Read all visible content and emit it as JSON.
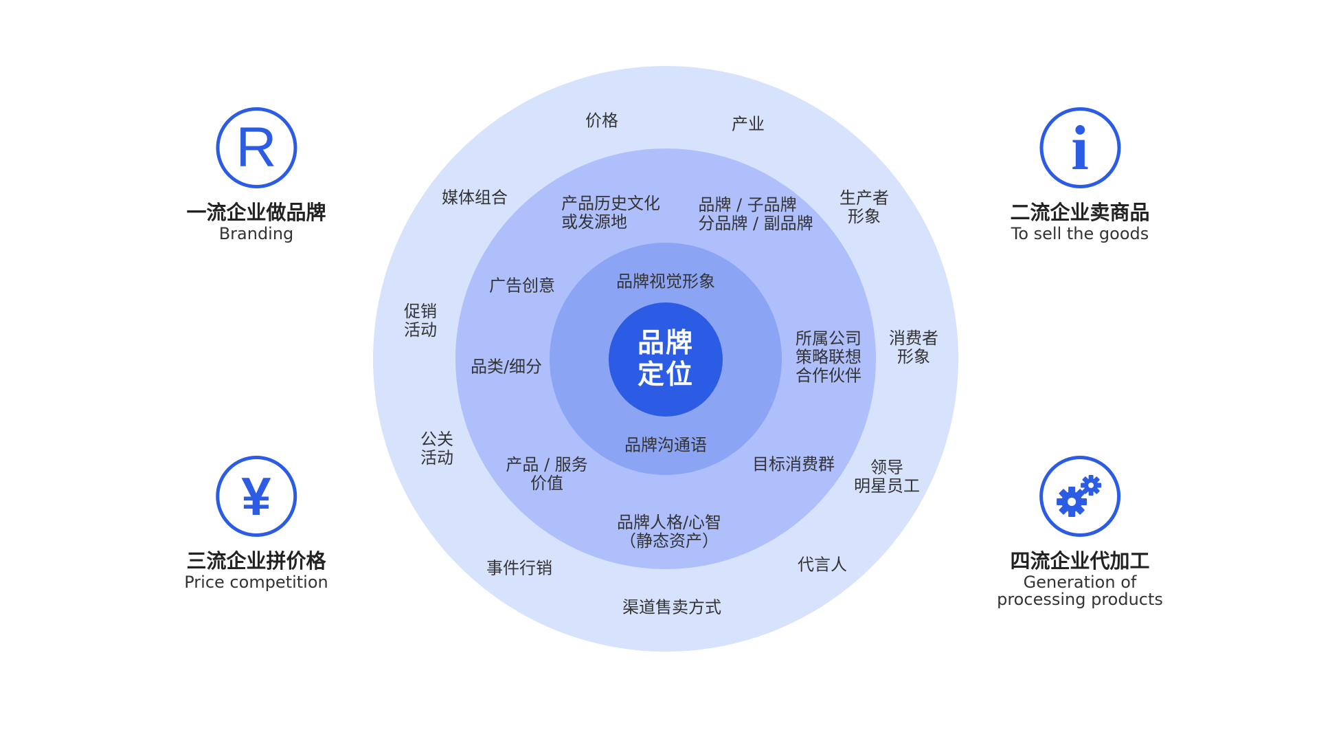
{
  "core": {
    "label": "品牌\n定位"
  },
  "inner_ring": {
    "top": "品牌视觉形象",
    "bottom": "品牌沟通语"
  },
  "middle_ring": {
    "history": "产品历史文化\n或发源地",
    "sub_brand": "品牌 / 子品牌\n分品牌 / 副品牌",
    "ad": "广告创意",
    "category": "品类/细分",
    "company": "所属公司\n策略联想\n合作伙伴",
    "product_value": "产品 / 服务\n价值",
    "target": "目标消费群",
    "personality": "品牌人格/心智\n（静态资产）"
  },
  "outer_ring": {
    "price": "价格",
    "industry": "产业",
    "media": "媒体组合",
    "producer": "生产者\n形象",
    "promotion": "促销\n活动",
    "consumer": "消费者\n形象",
    "pr": "公关\n活动",
    "leader": "领导\n明星员工",
    "event": "事件行销",
    "spokesperson": "代言人",
    "channel": "渠道售卖方式"
  },
  "tiers": [
    {
      "icon": "registered-trademark-icon",
      "glyph": "R",
      "title": "一流企业做品牌",
      "subtitle": "Branding"
    },
    {
      "icon": "info-icon",
      "glyph": "i",
      "title": "二流企业卖商品",
      "subtitle": "To sell the goods"
    },
    {
      "icon": "yen-icon",
      "glyph": "¥",
      "title": "三流企业拼价格",
      "subtitle": "Price competition"
    },
    {
      "icon": "gears-icon",
      "glyph": "",
      "title": "四流企业代加工",
      "subtitle": "Generation of\nprocessing products"
    }
  ],
  "colors": {
    "accent": "#2b5ce3",
    "outer": "#d7e2fc",
    "middle": "#aebffb",
    "inner": "#8ca4f4"
  }
}
